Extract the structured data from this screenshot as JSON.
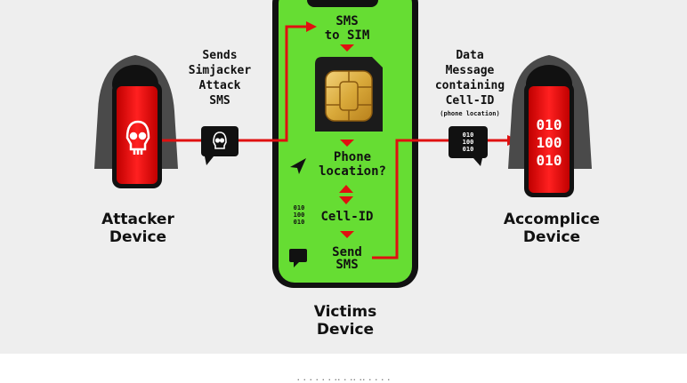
{
  "diagram": {
    "attacker": {
      "line1": "Attacker",
      "line2": "Device"
    },
    "victim": {
      "line1": "Victims",
      "line2": "Device"
    },
    "accomplice": {
      "line1": "Accomplice",
      "line2": "Device"
    },
    "sends_label": [
      "Sends",
      "Simjacker",
      "Attack",
      "SMS"
    ],
    "data_label": [
      "Data",
      "Message",
      "containing",
      "Cell-ID"
    ],
    "data_sublabel": "(phone location)",
    "sms_to_sim": [
      "SMS",
      "to SIM"
    ],
    "phone_location": [
      "Phone",
      "location?"
    ],
    "cell_id": "Cell-ID",
    "send_sms": [
      "Send",
      "SMS"
    ],
    "binary_big": [
      "010",
      "100",
      "010"
    ],
    "binary_small": [
      "010",
      "100",
      "010"
    ]
  },
  "colors": {
    "background": "#eeeeee",
    "red": "#e01010",
    "green": "#66dd33",
    "dark": "#222222"
  },
  "caption": ". . . . . . .. . .. .. . . . ."
}
